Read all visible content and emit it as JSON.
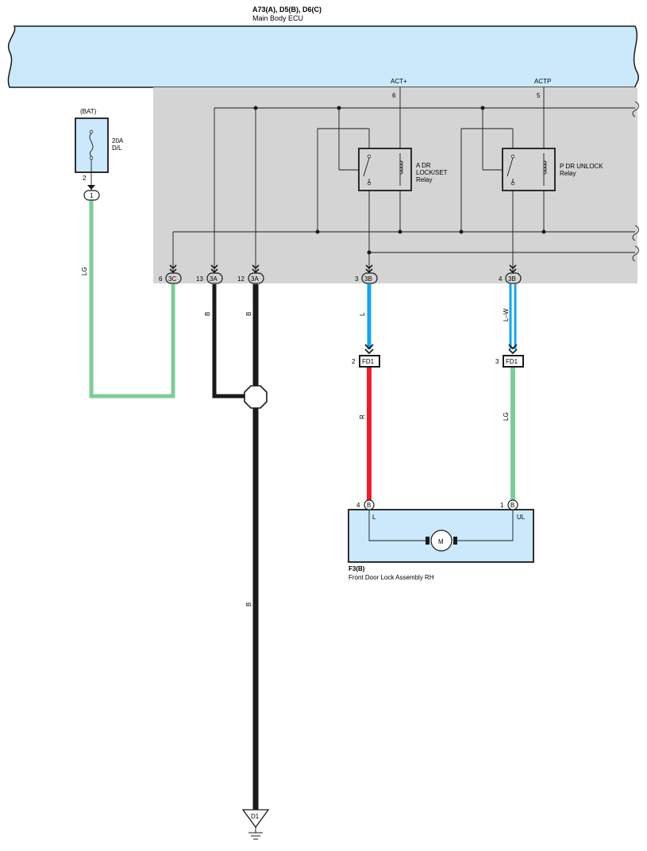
{
  "ecu": {
    "connectors": "A73(A), D5(B), D6(C)",
    "name": "Main Body ECU",
    "terminals": [
      {
        "signal": "ACT+",
        "pin": "6"
      },
      {
        "signal": "ACTP",
        "pin": "5"
      }
    ],
    "relays": [
      {
        "line1": "A DR",
        "line2": "LOCK/SET",
        "line3": "Relay"
      },
      {
        "line1": "P DR UNLOCK",
        "line2": "Relay"
      }
    ],
    "pins": [
      {
        "num": "6",
        "conn": "3C"
      },
      {
        "num": "13",
        "conn": "3A"
      },
      {
        "num": "12",
        "conn": "3A"
      },
      {
        "num": "3",
        "conn": "3B"
      },
      {
        "num": "4",
        "conn": "3B"
      }
    ]
  },
  "fuse": {
    "source": "(BAT)",
    "rating": "20A",
    "name": "D/L",
    "pin": "2",
    "connector": "1"
  },
  "junctions": [
    {
      "num": "2",
      "name": "FD1"
    },
    {
      "num": "3",
      "name": "FD1"
    }
  ],
  "wires": {
    "lg_fuse": "LG",
    "b_13": "B",
    "b_12": "B",
    "l": "L",
    "lw": "L–W",
    "r": "R",
    "lg_door": "LG",
    "b_ground": "B"
  },
  "door_lock": {
    "pins": [
      {
        "num": "4",
        "conn": "B",
        "label": "L"
      },
      {
        "num": "1",
        "conn": "B",
        "label": "UL"
      }
    ],
    "motor": "M",
    "connector": "F3(B)",
    "name": "Front Door Lock Assembly RH"
  },
  "ground": "D1",
  "colors": {
    "ecu_fill": "#cbe9fb",
    "box_fill": "#d4d4d4",
    "lg": "#7fcb98",
    "black": "#1a1a1a",
    "blue": "#19a3e8",
    "red": "#e8202a"
  }
}
